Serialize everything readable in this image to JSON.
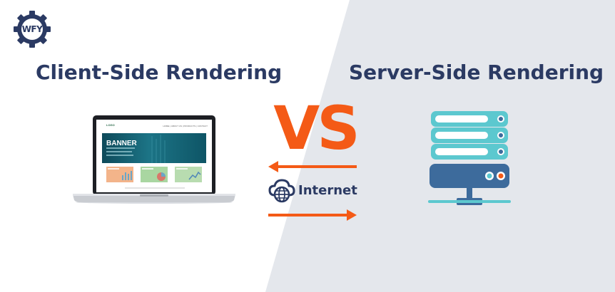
{
  "brand": {
    "logo_text": "WFY"
  },
  "headings": {
    "left": "Client-Side Rendering",
    "right": "Server-Side Rendering"
  },
  "vs_text": "VS",
  "internet_label": "Internet",
  "laptop_screen": {
    "logo_text": "LOGO",
    "nav_text": "HOME | ABOUT US | PRODUCTS | CONTACT",
    "banner_title": "BANNER"
  },
  "colors": {
    "heading": "#2b3a63",
    "accent": "#f45a16",
    "server_teal": "#5cc8cf",
    "server_blue": "#3d6b9c"
  },
  "icons": {
    "logo": "gear-logo-icon",
    "internet": "cloud-globe-icon",
    "server": "server-stack-icon"
  }
}
